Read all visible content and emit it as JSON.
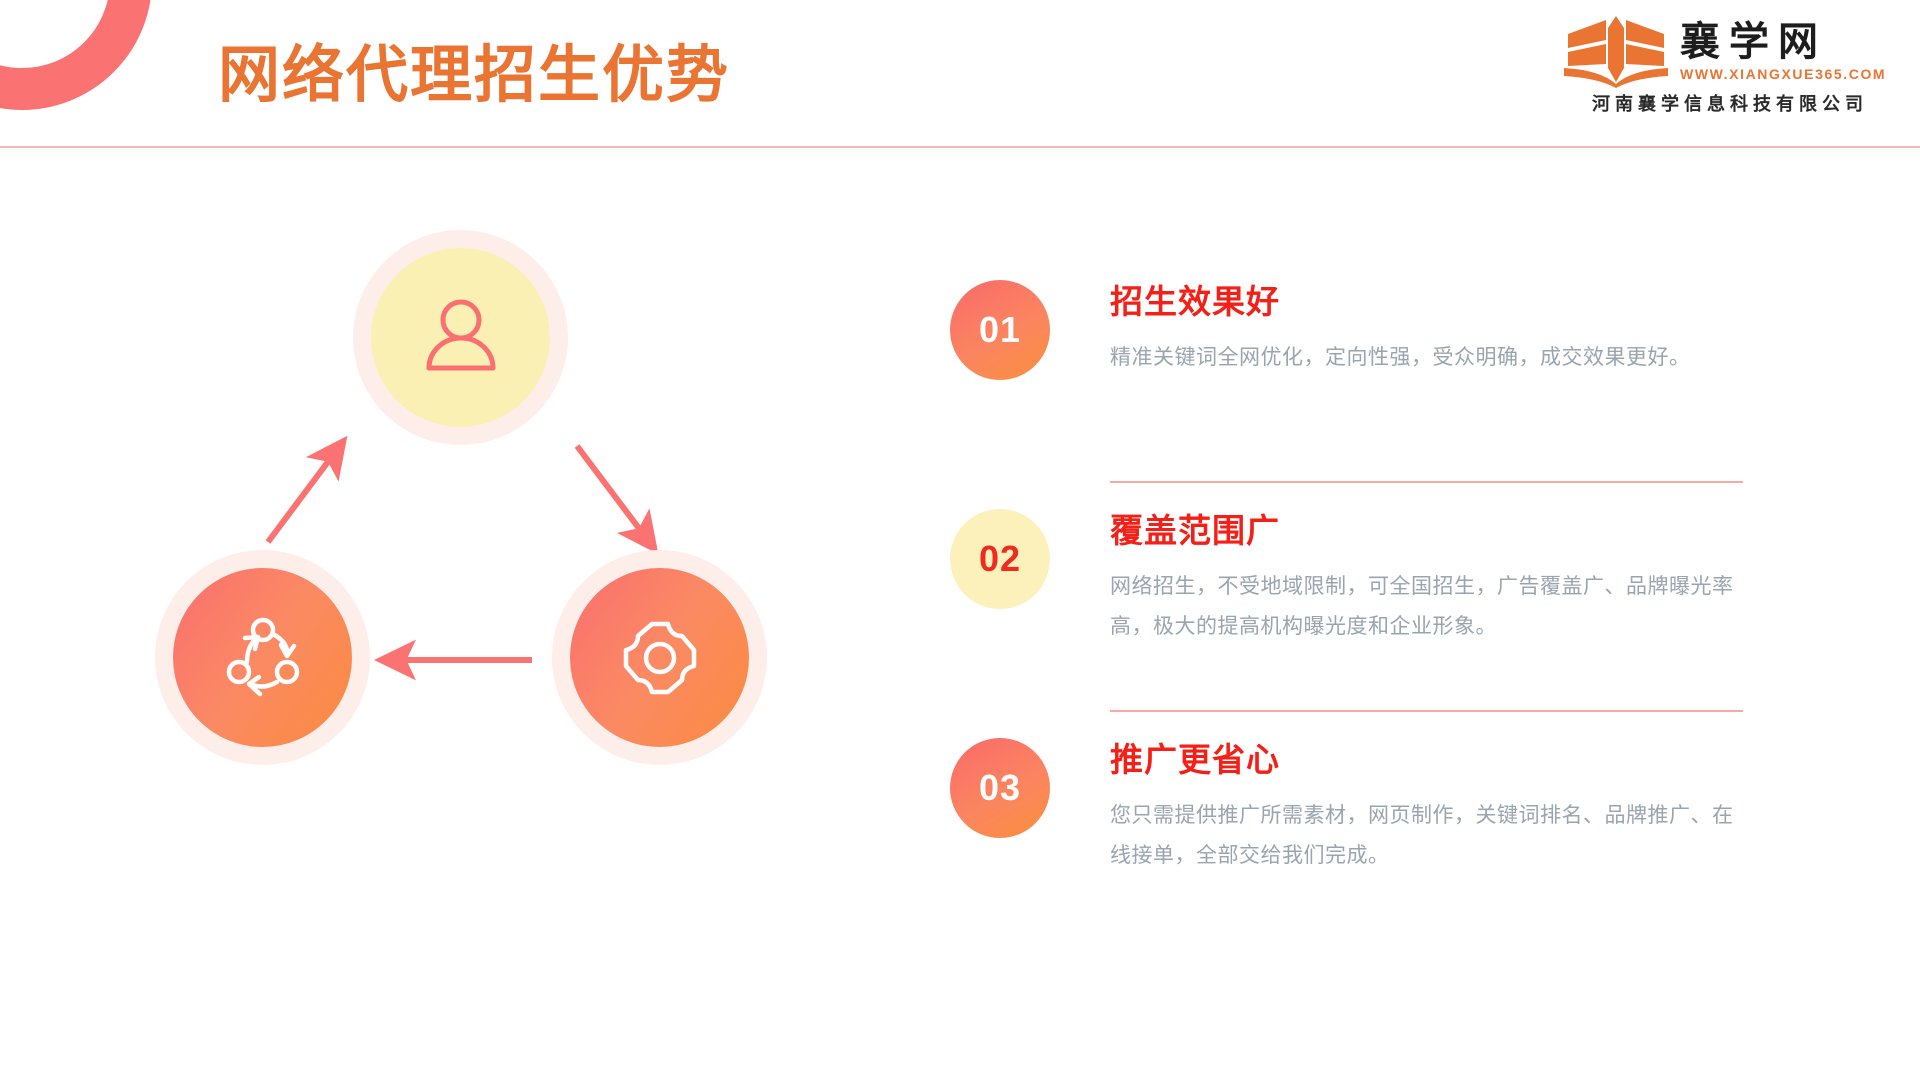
{
  "slide": {
    "title": "网络代理招生优势",
    "title_color": "#ea7432",
    "accent_color": "#fa7272",
    "heading_color": "#f41f16",
    "body_text_color": "#9aa4b0"
  },
  "logo": {
    "name": "襄学网",
    "url": "WWW.XIANGXUE365.COM",
    "company": "河南襄学信息科技有限公司",
    "mark_icon": "open-book-pencil-icon"
  },
  "diagram": {
    "nodes": [
      {
        "position": "top",
        "icon": "user-icon",
        "fill": "#fbf0b3",
        "icon_color": "#fa6f6f"
      },
      {
        "position": "bottom-left",
        "icon": "network-share-icon",
        "fill": "gradient-coral-orange",
        "icon_color": "#ffffff"
      },
      {
        "position": "bottom-right",
        "icon": "gear-icon",
        "fill": "gradient-coral-orange",
        "icon_color": "#ffffff"
      }
    ],
    "arrows": [
      {
        "from": "bottom-left",
        "to": "top",
        "direction": "up-right",
        "color": "#fa7272"
      },
      {
        "from": "top",
        "to": "bottom-right",
        "direction": "down-right",
        "color": "#fa7272"
      },
      {
        "from": "bottom-right",
        "to": "bottom-left",
        "direction": "left",
        "color": "#fa7272"
      }
    ]
  },
  "features": [
    {
      "number": "01",
      "badge_style": "gradient",
      "title": "招生效果好",
      "desc": "精准关键词全网优化，定向性强，受众明确，成交效果更好。"
    },
    {
      "number": "02",
      "badge_style": "yellow",
      "title": "覆盖范围广",
      "desc": "网络招生，不受地域限制，可全国招生，广告覆盖广、品牌曝光率高，极大的提高机构曝光度和企业形象。"
    },
    {
      "number": "03",
      "badge_style": "gradient",
      "title": "推广更省心",
      "desc": "您只需提供推广所需素材，网页制作，关键词排名、品牌推广、在线接单，全部交给我们完成。"
    }
  ]
}
